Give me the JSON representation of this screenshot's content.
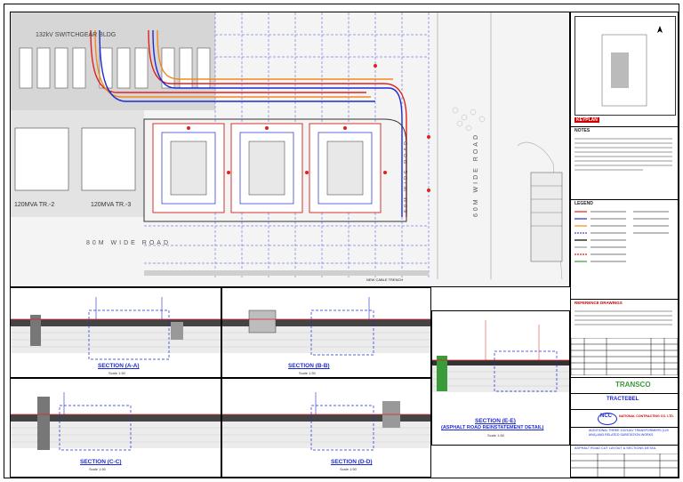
{
  "plan": {
    "switchgear_label": "132kV SWITCHGEAR BLDG",
    "transformer_left_1": "120MVA TR.-2",
    "transformer_left_2": "120MVA TR.-3",
    "road_bottom": "80M WIDE ROAD",
    "road_vertical_1": "60M WIDE ROAD",
    "road_vertical_2": "60M WIDE ROAD",
    "new_cable_trench": "NEW CABLE TRENCH"
  },
  "sections": {
    "aa": {
      "title": "SECTION (A-A)",
      "scale": "Scale 1:50"
    },
    "bb": {
      "title": "SECTION (B-B)",
      "scale": "Scale 1:50"
    },
    "cc": {
      "title": "SECTION (C-C)",
      "scale": "Scale 1:50"
    },
    "dd": {
      "title": "SECTION (D-D)",
      "scale": "Scale 1:50"
    },
    "ee": {
      "title": "SECTION (E-E)",
      "subtitle": "(ASPHALT ROAD REINSTATEMENT DETAIL)",
      "scale": "Scale 1:50"
    }
  },
  "title_block": {
    "keyplan_label": "KEYPLAN",
    "notes_label": "NOTES",
    "legend_label": "LEGEND",
    "reference_label": "REFERENCE DRAWINGS",
    "client_logo": "TRANSCO",
    "consultant_logo": "TRACTEBEL",
    "contractor_logo": "NCC",
    "contractor_name": "NATIONAL CONTRACTING CO. LTD.",
    "project_title": "ADDITIONAL THREE 132/11kV TRANSFORMERS (120 MVA) AND RELATED SUBSTATION WORKS",
    "drawing_title": "ASPHALT ROAD CUT LAYOUT & SECTIONS DETAIL"
  },
  "colors": {
    "cable_red": "#e0201e",
    "cable_blue": "#1d2bd1",
    "cable_orange": "#f08a1b",
    "grid_blue": "#3a4fe0",
    "trench_gray": "#9a9a9a",
    "title_blue": "#1d2bd1"
  }
}
